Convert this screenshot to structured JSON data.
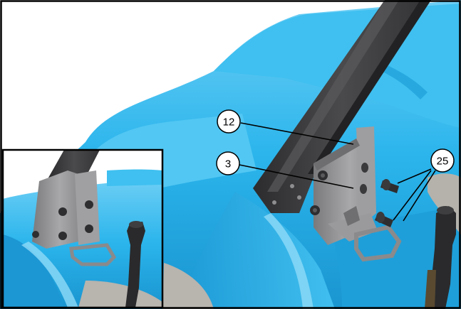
{
  "callouts": {
    "part_12": "12",
    "part_3": "3",
    "part_25": "25"
  },
  "colors": {
    "body_blue": "#2BB5EC",
    "body_blue_dark": "#1B8FC8",
    "body_blue_light": "#7FD4F7",
    "rail_dark": "#3E3E40",
    "bracket_grey": "#8A8A8C",
    "bolt_dark": "#2E2E30"
  },
  "icons": [
    "bolt-icon",
    "bracket-icon",
    "handle-icon"
  ]
}
